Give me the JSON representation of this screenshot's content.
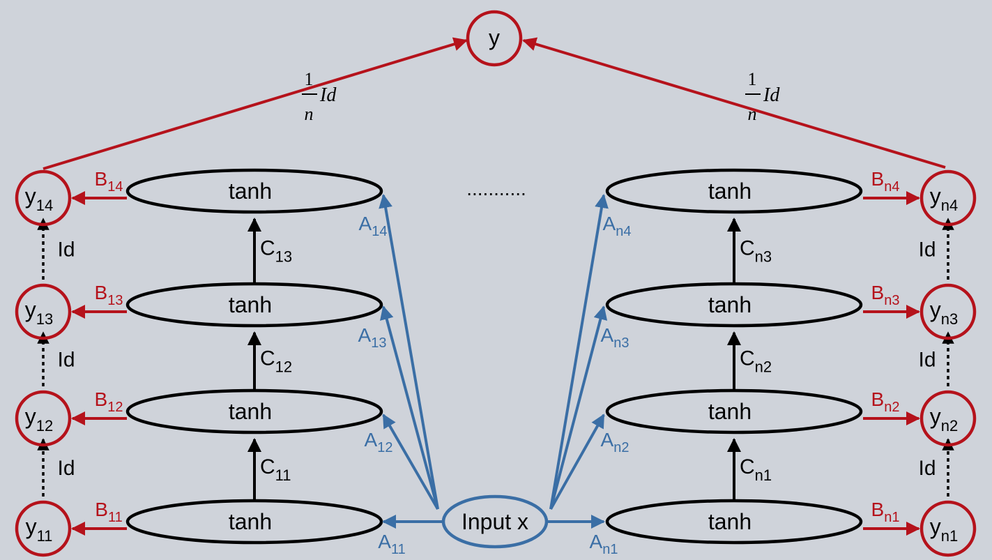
{
  "colors": {
    "background": "#cfd3da",
    "black": "#000000",
    "red": "#b5121b",
    "blue": "#3a6ea5"
  },
  "output_node": "y",
  "input_node": "Input x",
  "top_edge_label": {
    "numerator": "1",
    "denominator": "n",
    "operator": "Id"
  },
  "ellipsis": "...........",
  "left_network": {
    "neurons": [
      "tanh",
      "tanh",
      "tanh",
      "tanh"
    ],
    "outputs": [
      {
        "base": "y",
        "sub": "11"
      },
      {
        "base": "y",
        "sub": "12"
      },
      {
        "base": "y",
        "sub": "13"
      },
      {
        "base": "y",
        "sub": "14"
      }
    ],
    "B": [
      {
        "base": "B",
        "sub": "11"
      },
      {
        "base": "B",
        "sub": "12"
      },
      {
        "base": "B",
        "sub": "13"
      },
      {
        "base": "B",
        "sub": "14"
      }
    ],
    "A": [
      {
        "base": "A",
        "sub": "11"
      },
      {
        "base": "A",
        "sub": "12"
      },
      {
        "base": "A",
        "sub": "13"
      },
      {
        "base": "A",
        "sub": "14"
      }
    ],
    "C": [
      {
        "base": "C",
        "sub": "11"
      },
      {
        "base": "C",
        "sub": "12"
      },
      {
        "base": "C",
        "sub": "13"
      }
    ],
    "identity": [
      "Id",
      "Id",
      "Id"
    ]
  },
  "right_network": {
    "neurons": [
      "tanh",
      "tanh",
      "tanh",
      "tanh"
    ],
    "outputs": [
      {
        "base": "y",
        "sub": "n1"
      },
      {
        "base": "y",
        "sub": "n2"
      },
      {
        "base": "y",
        "sub": "n3"
      },
      {
        "base": "y",
        "sub": "n4"
      }
    ],
    "B": [
      {
        "base": "B",
        "sub": "n1"
      },
      {
        "base": "B",
        "sub": "n2"
      },
      {
        "base": "B",
        "sub": "n3"
      },
      {
        "base": "B",
        "sub": "n4"
      }
    ],
    "A": [
      {
        "base": "A",
        "sub": "n1"
      },
      {
        "base": "A",
        "sub": "n2"
      },
      {
        "base": "A",
        "sub": "n3"
      },
      {
        "base": "A",
        "sub": "n4"
      }
    ],
    "C": [
      {
        "base": "C",
        "sub": "n1"
      },
      {
        "base": "C",
        "sub": "n2"
      },
      {
        "base": "C",
        "sub": "n3"
      }
    ],
    "identity": [
      "Id",
      "Id",
      "Id"
    ]
  }
}
